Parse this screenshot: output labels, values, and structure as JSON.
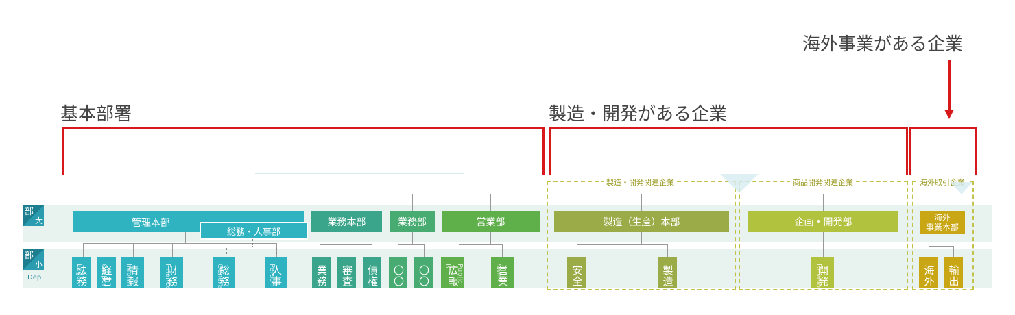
{
  "labels": {
    "basic": "基本部署",
    "manufacturing": "製造・開発がある企業",
    "overseas": "海外事業がある企業"
  },
  "groups": {
    "mfg": "製造・開発関連企業",
    "product": "商品開発関連企業",
    "overseas": "海外取引企業"
  },
  "tags": {
    "large_main": "部",
    "large_sub": "大",
    "small_main": "部",
    "small_sub": "小",
    "dept_en": "Dep"
  },
  "large": {
    "kanri": "管理本部",
    "soumu_jinji": "総務・人事部",
    "gyomu_honbu": "業務本部",
    "gyomu": "業務部",
    "eigyo": "営業部",
    "seizo": "製造（生産）本部",
    "kikaku": "企画・開発部",
    "kaigai": "海外\n事業本部"
  },
  "small": [
    {
      "jp": "法務",
      "en": "Legal"
    },
    {
      "jp": "経営",
      "en": "Corpor"
    },
    {
      "jp": "情報",
      "en": "Inform"
    },
    {
      "jp": "財務",
      "en": "Finance"
    },
    {
      "jp": "総務",
      "en": "Genera"
    },
    {
      "jp": "人事",
      "en": "Person"
    },
    {
      "jp": "業務",
      "en": ""
    },
    {
      "jp": "審査",
      "en": ""
    },
    {
      "jp": "債権",
      "en": ""
    },
    {
      "jp": "〇〇",
      "en": ""
    },
    {
      "jp": "〇〇",
      "en": ""
    },
    {
      "jp": "広報",
      "en": "Public R"
    },
    {
      "jp": "営業",
      "en": "Sales"
    },
    {
      "jp": "安全",
      "en": ""
    },
    {
      "jp": "製造",
      "en": ""
    },
    {
      "jp": "開発",
      "en": "Develo"
    },
    {
      "jp": "海外",
      "en": ""
    },
    {
      "jp": "輸出",
      "en": ""
    }
  ],
  "colors": {
    "accent_red": "#d7191b",
    "teal": "#2fb3c0",
    "green_teal": "#3aa58a",
    "green": "#5fb04a",
    "olive": "#9aab48",
    "lime": "#b1c23f",
    "gold": "#c9a614"
  }
}
